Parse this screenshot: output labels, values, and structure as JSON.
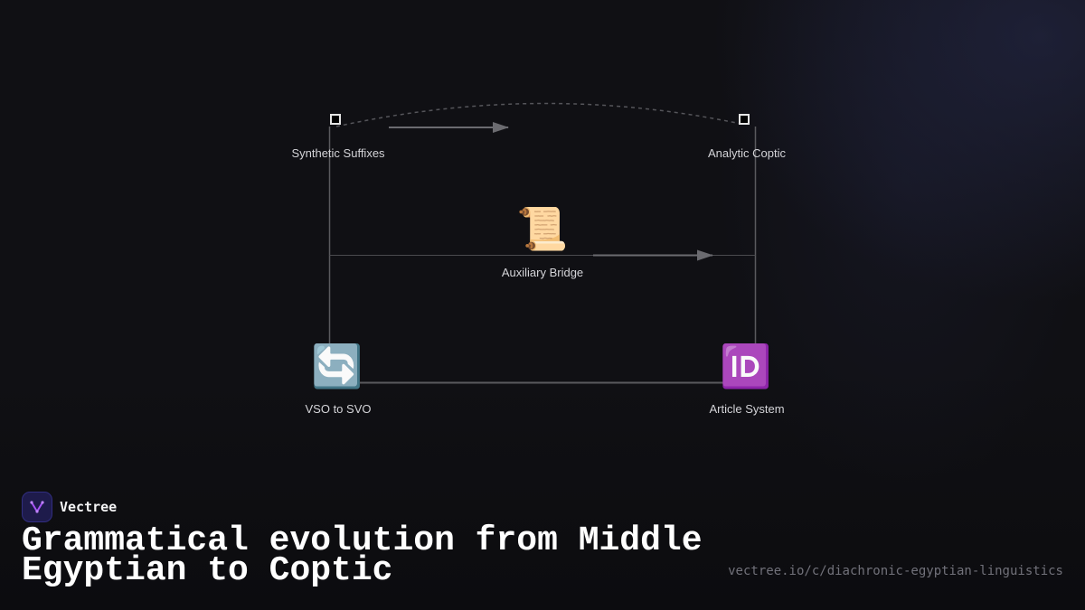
{
  "diagram": {
    "nodes": [
      {
        "id": "synthetic",
        "label": "Synthetic Suffixes",
        "icon_name": "square-marker"
      },
      {
        "id": "analytic",
        "label": "Analytic Coptic",
        "icon_name": "square-marker"
      },
      {
        "id": "auxiliary",
        "label": "Auxiliary Bridge",
        "icon": "📜",
        "icon_name": "scroll-icon"
      },
      {
        "id": "vso",
        "label": "VSO to SVO",
        "icon": "🔄",
        "icon_name": "counterclockwise-arrows-icon"
      },
      {
        "id": "article",
        "label": "Article System",
        "icon": "🆔",
        "icon_name": "id-button-icon"
      }
    ],
    "edges": [
      {
        "from": "synthetic",
        "to": "analytic",
        "style": "dashed-curve"
      },
      {
        "from": "synthetic",
        "to": "vso",
        "style": "solid"
      },
      {
        "from": "analytic",
        "to": "article",
        "style": "solid"
      },
      {
        "from": "vso",
        "to": "article",
        "style": "solid"
      },
      {
        "from": "synthetic",
        "to": "analytic",
        "style": "arrow"
      },
      {
        "from": "auxiliary",
        "to": "article",
        "style": "arrow"
      }
    ],
    "colors": {
      "edge": "#5a5a5e",
      "arrow": "#6b6b70",
      "dashed": "#55555a",
      "label": "#d4d4d8"
    }
  },
  "footer": {
    "brand_name": "Vectree",
    "title": "Grammatical evolution from Middle Egyptian to Coptic",
    "url": "vectree.io/c/diachronic-egyptian-linguistics",
    "logo_color": "#a855f7"
  }
}
